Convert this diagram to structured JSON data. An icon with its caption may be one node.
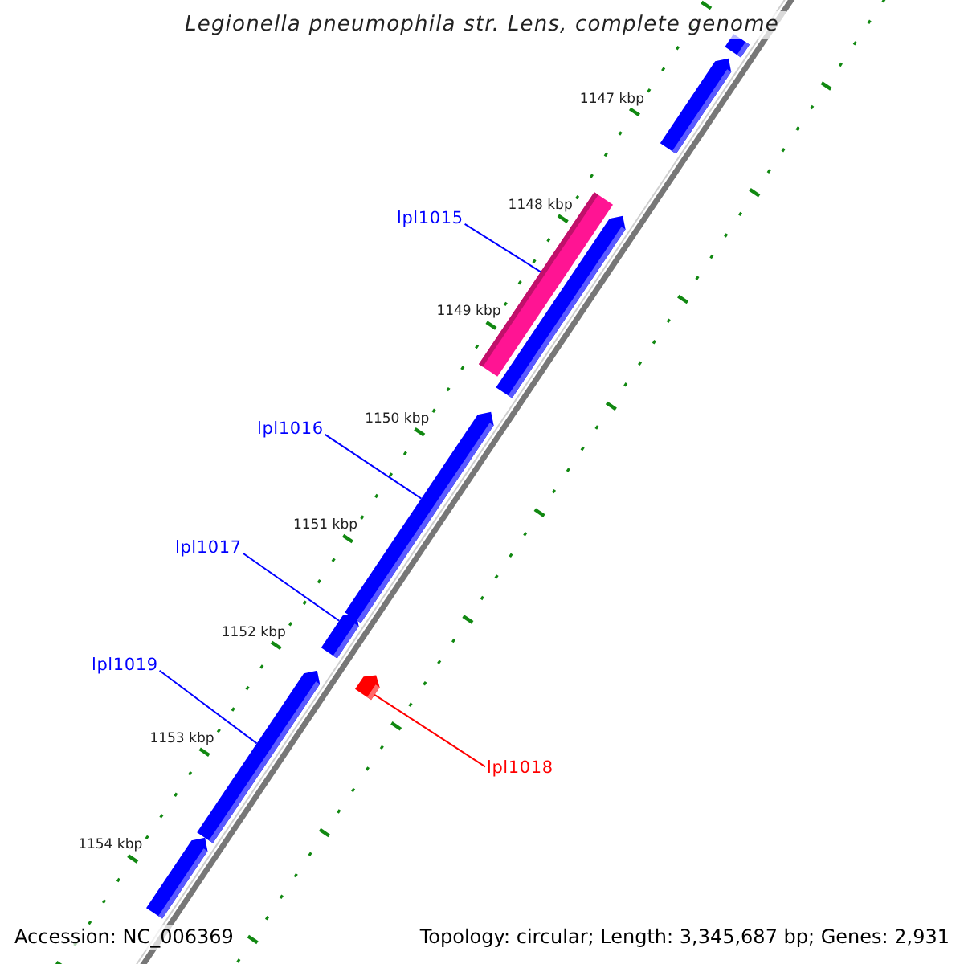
{
  "diagram": {
    "title": "Legionella pneumophila str. Lens, complete genome",
    "nodes": [
      {
        "text": [],
        "shape": "bar"
      },
      {
        "text": [],
        "shape": "bar"
      },
      {
        "text": [
          "lpl1015"
        ]
      },
      {
        "text": [],
        "shape": "bar"
      },
      {
        "text": [],
        "shape": "bar"
      },
      {
        "text": [
          "lpl1016"
        ]
      },
      {
        "text": [],
        "shape": "bar"
      },
      {
        "text": [
          "lpl1017"
        ]
      },
      {
        "text": [],
        "shape": "bar"
      },
      {
        "text": [
          "lpl1019"
        ]
      },
      {
        "text": [],
        "shape": "bar"
      },
      {
        "text": [
          "lpl1018"
        ]
      },
      {
        "text": [],
        "shape": "bar"
      },
      {
        "text": [],
        "shape": "bar"
      }
    ],
    "edges": [
      {
        "from": 2,
        "to": 3,
        "arrow": "none"
      },
      {
        "from": 5,
        "to": 6,
        "arrow": "none"
      },
      {
        "from": 7,
        "to": 8,
        "arrow": "none"
      },
      {
        "from": 9,
        "to": 12,
        "arrow": "none"
      },
      {
        "from": 11,
        "to": 10,
        "arrow": "none",
        "color": "#ff0000"
      }
    ],
    "labels": [
      "1147 kbp",
      "1148 kbp",
      "1149 kbp",
      "1150 kbp",
      "1151 kbp",
      "1152 kbp",
      "1153 kbp",
      "1154 kbp",
      "Accession: NC_006369",
      "Topology: circular; Length: 3,345,687 bp; Genes: 2,931"
    ]
  }
}
